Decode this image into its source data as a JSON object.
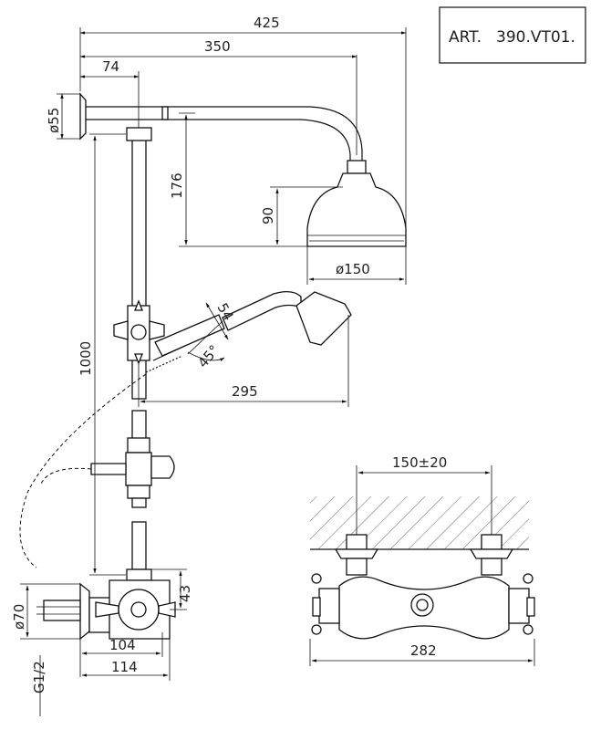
{
  "article": {
    "label": "ART.",
    "code": "390.VT01."
  },
  "dimensions": {
    "overall_width": "425",
    "arm_length": "350",
    "wall_offset": "74",
    "flange_diameter": "ø55",
    "arm_drop": "176",
    "head_height": "90",
    "head_diameter": "ø150",
    "bar_length": "1000",
    "hand_shower_reach": "295",
    "handset_angle": "45°",
    "handset_length": "54",
    "mixer_height": "43",
    "inlet_diameter": "ø70",
    "mixer_depth_a": "104",
    "mixer_depth_b": "114",
    "thread": "G1/2",
    "connection_spacing": "150±20",
    "mixer_width": "282"
  }
}
